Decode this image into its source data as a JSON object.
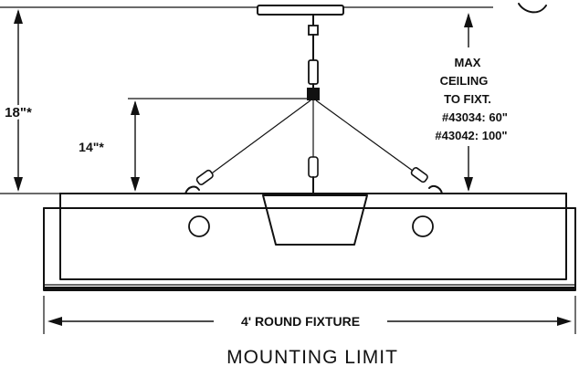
{
  "labels": {
    "dim_18": "18\"*",
    "dim_14": "14\"*",
    "max_1": "MAX",
    "max_2": "CEILING",
    "max_3": "TO FIXT.",
    "max_4": "#43034:  60\"",
    "max_5": "#43042:  100\"",
    "fixture_length": "4' ROUND FIXTURE",
    "title": "MOUNTING  LIMIT"
  }
}
